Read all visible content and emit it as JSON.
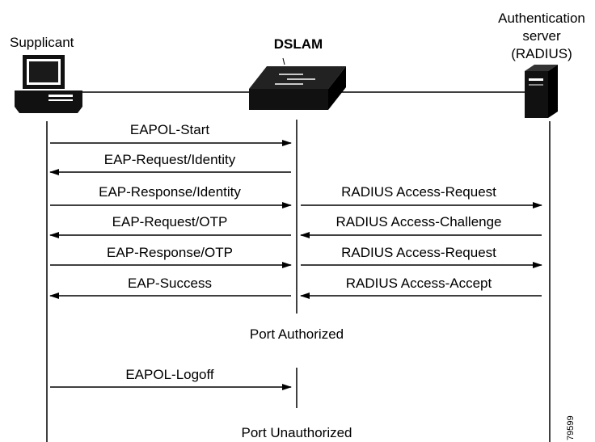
{
  "entities": {
    "supplicant": "Supplicant",
    "dslam": "DSLAM",
    "auth_server": [
      "Authentication",
      "server",
      "(RADIUS)"
    ]
  },
  "messages_left": [
    {
      "label": "EAPOL-Start",
      "direction": "right"
    },
    {
      "label": "EAP-Request/Identity",
      "direction": "left"
    },
    {
      "label": "EAP-Response/Identity",
      "direction": "right"
    },
    {
      "label": "EAP-Request/OTP",
      "direction": "left"
    },
    {
      "label": "EAP-Response/OTP",
      "direction": "right"
    },
    {
      "label": "EAP-Success",
      "direction": "left"
    }
  ],
  "messages_right": [
    {
      "label": "RADIUS Access-Request",
      "direction": "right"
    },
    {
      "label": "RADIUS Access-Challenge",
      "direction": "left"
    },
    {
      "label": "RADIUS Access-Request",
      "direction": "right"
    },
    {
      "label": "RADIUS Access-Accept",
      "direction": "left"
    }
  ],
  "states": {
    "authorized": "Port Authorized",
    "logoff": "EAPOL-Logoff",
    "unauthorized": "Port Unauthorized"
  },
  "figure_number": "79599"
}
